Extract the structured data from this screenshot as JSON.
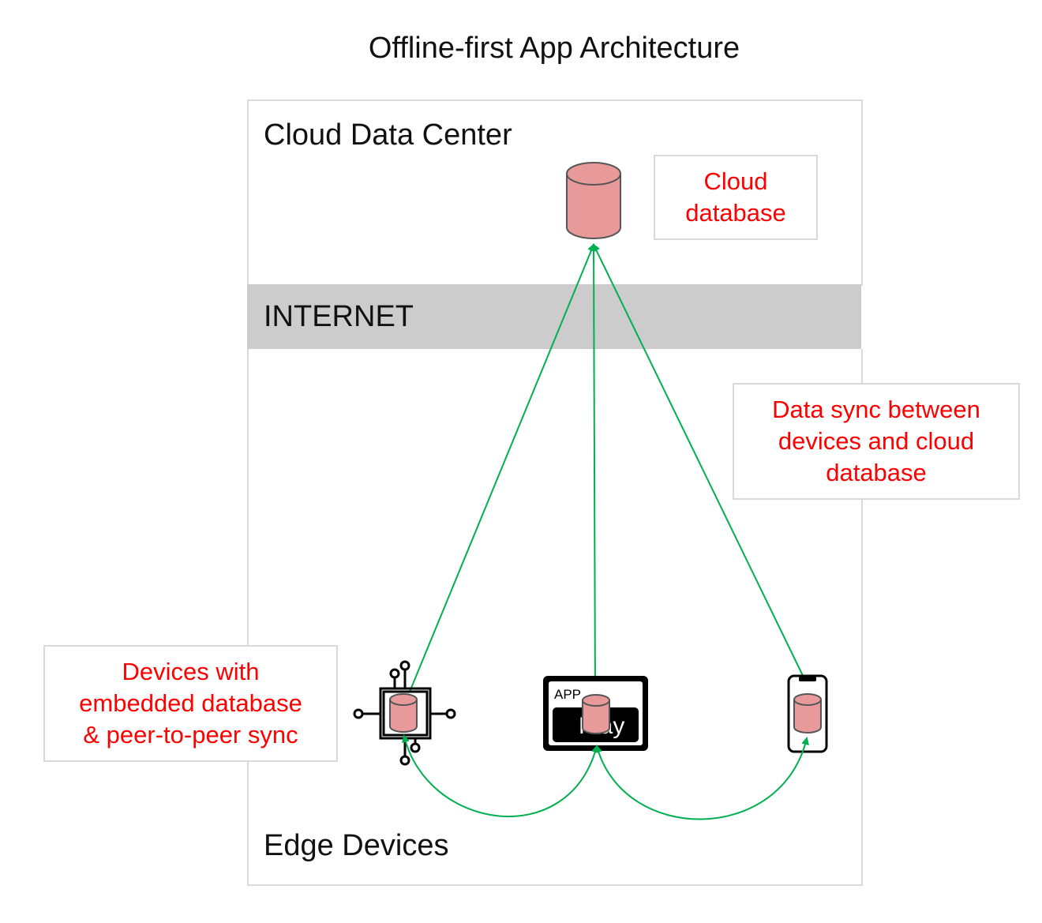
{
  "title": "Offline-first App Architecture",
  "regions": {
    "cloud": "Cloud Data Center",
    "internet": "INTERNET",
    "edge": "Edge Devices"
  },
  "callouts": {
    "cloud_db": [
      "Cloud",
      "database"
    ],
    "sync": [
      "Data sync between",
      "devices and cloud",
      "database"
    ],
    "devices": [
      "Devices with",
      "embedded database",
      "& peer-to-peer sync"
    ]
  },
  "devices": {
    "tablet_text": "APP",
    "tablet_button": "Play"
  },
  "colors": {
    "db_fill": "#e89a9a",
    "db_stroke": "#555555",
    "arrow": "#00b050",
    "callout_text": "#ff0000",
    "band": "#cccccc"
  },
  "icons": [
    "database-icon",
    "chip-icon",
    "tablet-icon",
    "phone-icon"
  ]
}
